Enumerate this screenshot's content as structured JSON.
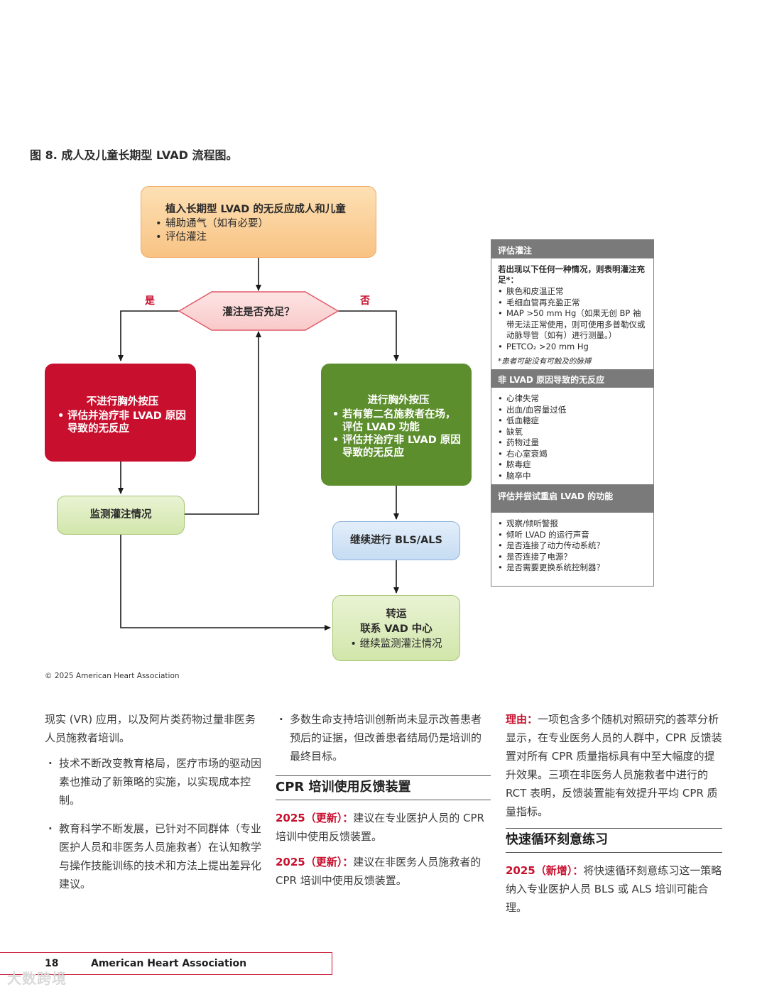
{
  "figure_title": "图 8. 成人及儿童长期型 LVAD 流程图。",
  "flowchart": {
    "start": {
      "title": "植入长期型 LVAD 的无反应成人和儿童",
      "items": [
        "辅助通气（如有必要）",
        "评估灌注"
      ]
    },
    "decision": "灌注是否充足？",
    "yes_label": "是",
    "no_label": "否",
    "no_cpr": {
      "title": "不进行胸外按压",
      "items": [
        "评估并治疗非 LVAD 原因导致的无反应"
      ]
    },
    "cpr": {
      "title": "进行胸外按压",
      "items": [
        "若有第二名施救者在场，评估 LVAD 功能",
        "评估并治疗非 LVAD 原因导致的无反应"
      ]
    },
    "monitor": "监测灌注情况",
    "bls": "继续进行 BLS/ALS",
    "transfer": {
      "line1": "转运",
      "line2": "联系 VAD 中心",
      "item": "继续监测灌注情况"
    }
  },
  "side_panel": {
    "perfusion": {
      "header": "评估灌注",
      "lead": "若出现以下任何一种情况，则表明灌注充足*：",
      "items": [
        "肤色和皮温正常",
        "毛细血管再充盈正常",
        "MAP >50 mm Hg（如果无创 BP 袖带无法正常使用，则可使用多普勒仪或动脉导管（如有）进行测量。）",
        "PETCO₂ >20 mm Hg"
      ],
      "note": "*患者可能没有可触及的脉搏"
    },
    "non_lvad": {
      "header": "非 LVAD 原因导致的无反应",
      "items": [
        "心律失常",
        "出血/血容量过低",
        "低血糖症",
        "缺氧",
        "药物过量",
        "右心室衰竭",
        "脓毒症",
        "脑卒中"
      ]
    },
    "restart": {
      "header": "评估并尝试重启 LVAD 的功能",
      "items": [
        "观察/倾听警报",
        "倾听 LVAD 的运行声音",
        "是否连接了动力传动系统？",
        "是否连接了电源？",
        "是否需要更换系统控制器？"
      ]
    }
  },
  "copyright": "© 2025 American Heart Association",
  "col1": {
    "para": "现实 (VR) 应用，以及阿片类药物过量非医务人员施救者培训。",
    "bullets": [
      "技术不断改变教育格局，医疗市场的驱动因素也推动了新策略的实施，以实现成本控制。",
      "教育科学不断发展，已针对不同群体（专业医护人员和非医务人员施救者）在认知教学与操作技能训练的技术和方法上提出差异化建议。"
    ]
  },
  "col2": {
    "bullet": "多数生命支持培训创新尚未显示改善患者预后的证据，但改善患者结局仍是培训的最终目标。",
    "heading": "CPR 培训使用反馈装置",
    "rec1_label": "2025（更新）：",
    "rec1_text": "建议在专业医护人员的 CPR 培训中使用反馈装置。",
    "rec2_label": "2025（更新）：",
    "rec2_text": "建议在非医务人员施救者的 CPR 培训中使用反馈装置。"
  },
  "col3": {
    "rationale_label": "理由：",
    "rationale_text": "一项包含多个随机对照研究的荟萃分析显示，在专业医务人员的人群中，CPR 反馈装置对所有 CPR 质量指标具有中至大幅度的提升效果。三项在非医务人员施救者中进行的 RCT 表明，反馈装置能有效提升平均 CPR 质量指标。",
    "heading": "快速循环刻意练习",
    "rec_label": "2025（新增）：",
    "rec_text": "将快速循环刻意练习这一策略 纳入专业医护人员 BLS 或 ALS 培训可能合理。"
  },
  "footer": {
    "page_number": "18",
    "org": "American Heart Association"
  },
  "watermark": "大数跨境",
  "colors": {
    "red": "#c8102e",
    "green": "#5c8e2d",
    "orange": "#f8c384",
    "light_green": "#d2e6ab",
    "light_blue": "#c6dcf2",
    "panel_header": "#7a7a7a"
  }
}
